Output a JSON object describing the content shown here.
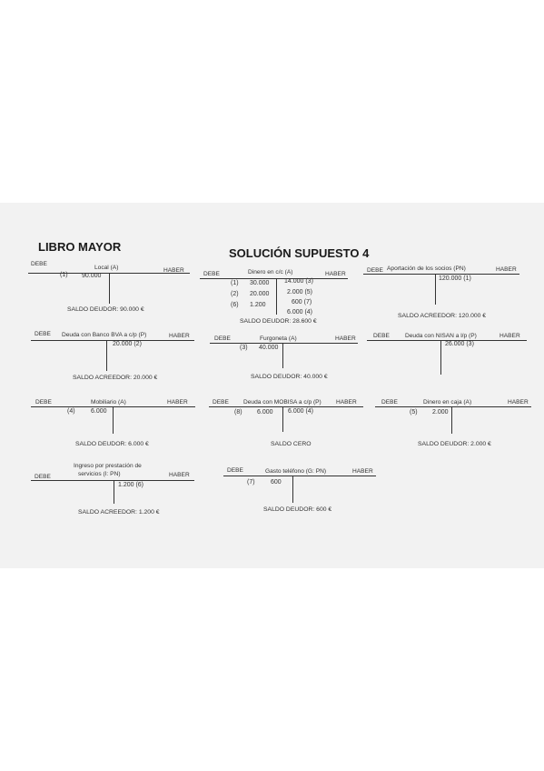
{
  "document": {
    "heading_left": "LIBRO MAYOR",
    "heading_center": "SOLUCIÓN SUPUESTO 4",
    "debit_label": "DEBE",
    "credit_label": "HABER"
  },
  "accounts": [
    {
      "title": "Local (A)",
      "debit": [
        {
          "ref": "(1)",
          "amount": "90.000"
        }
      ],
      "credit": [],
      "balance": "SALDO DEUDOR: 90.000 €"
    },
    {
      "title": "Dinero en c/c (A)",
      "debit": [
        {
          "ref": "(1)",
          "amount": "30.000"
        },
        {
          "ref": "(2)",
          "amount": "20.000"
        },
        {
          "ref": "(6)",
          "amount": "1.200"
        }
      ],
      "credit": [
        {
          "amount": "14.000 (3)"
        },
        {
          "amount": "2.000 (5)"
        },
        {
          "amount": "600 (7)"
        },
        {
          "amount": "6.000 (4)"
        }
      ],
      "balance": "SALDO DEUDOR: 28.600 €"
    },
    {
      "title": "Aportación de los socios (PN)",
      "debit": [],
      "credit": [
        {
          "amount": "120.000 (1)"
        }
      ],
      "balance": "SALDO ACREEDOR: 120.000 €"
    },
    {
      "title": "Deuda con Banco BVA a c/p (P)",
      "debit": [],
      "credit": [
        {
          "amount": "20.000 (2)"
        }
      ],
      "balance": "SALDO ACREEDOR: 20.000 €"
    },
    {
      "title": "Furgoneta (A)",
      "debit": [
        {
          "ref": "(3)",
          "amount": "40.000"
        }
      ],
      "credit": [],
      "balance": "SALDO DEUDOR: 40.000 €"
    },
    {
      "title": "Deuda con NISAN a l/p (P)",
      "debit": [],
      "credit": [
        {
          "amount": "26.000 (3)"
        }
      ],
      "balance": ""
    },
    {
      "title": "Mobiliario (A)",
      "debit": [
        {
          "ref": "(4)",
          "amount": "6.000"
        }
      ],
      "credit": [],
      "balance": "SALDO DEUDOR: 6.000 €"
    },
    {
      "title": "Deuda con MOBISA a c/p (P)",
      "debit": [
        {
          "ref": "(8)",
          "amount": "6.000"
        }
      ],
      "credit": [
        {
          "amount": "6.000 (4)"
        }
      ],
      "balance": "SALDO CERO"
    },
    {
      "title": "Dinero en caja (A)",
      "debit": [
        {
          "ref": "(5)",
          "amount": "2.000"
        }
      ],
      "credit": [],
      "balance": "SALDO DEUDOR: 2.000 €"
    },
    {
      "title": "Ingreso por prestación de servicios (I: PN)",
      "title_line1": "Ingreso por prestación de",
      "title_line2": "servicios (I: PN)",
      "debit": [],
      "credit": [
        {
          "amount": "1.200 (6)"
        }
      ],
      "balance": "SALDO ACREEDOR: 1.200 €"
    },
    {
      "title": "Gasto teléfono (G: PN)",
      "debit": [
        {
          "ref": "(7)",
          "amount": "600"
        }
      ],
      "credit": [],
      "balance": "SALDO DEUDOR: 600 €"
    }
  ]
}
